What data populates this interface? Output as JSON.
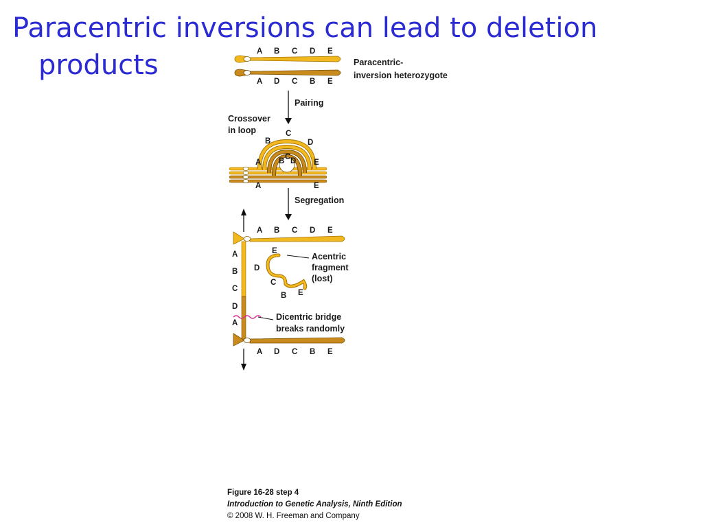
{
  "title": {
    "line1": "Paracentric inversions can lead to deletion",
    "line2": "products"
  },
  "figure": {
    "top_chrom_letters": [
      "A",
      "B",
      "C",
      "D",
      "E"
    ],
    "bottom_chrom_letters": [
      "A",
      "D",
      "C",
      "B",
      "E"
    ],
    "heterozygote_label_1": "Paracentric-",
    "heterozygote_label_2": "inversion heterozygote",
    "pairing_label": "Pairing",
    "crossover_label_1": "Crossover",
    "crossover_label_2": "in loop",
    "loop_letters": {
      "outer_C": "C",
      "outer_B": "B",
      "outer_D": "D",
      "left_A": "A",
      "inner_B": "B",
      "inner_C": "C",
      "inner_D": "D",
      "right_E": "E",
      "bottom_A": "A",
      "bottom_E": "E"
    },
    "segregation_label": "Segregation",
    "upper_product_letters": [
      "A",
      "B",
      "C",
      "D",
      "E"
    ],
    "bridge_letters": [
      "A",
      "B",
      "C",
      "D",
      "A"
    ],
    "fragment_letters": {
      "E_top": "E",
      "D": "D",
      "C": "C",
      "B": "B",
      "E_bottom": "E"
    },
    "acentric_label_1": "Acentric",
    "acentric_label_2": "fragment",
    "acentric_label_3": "(lost)",
    "dicentric_label_1": "Dicentric bridge",
    "dicentric_label_2": "breaks randomly",
    "lower_product_letters": [
      "A",
      "D",
      "C",
      "B",
      "E"
    ]
  },
  "caption": {
    "line1": "Figure 16-28 step 4",
    "line2": "Introduction to Genetic Analysis, Ninth Edition",
    "line3": "© 2008 W. H. Freeman and Company"
  },
  "colors": {
    "title": "#2b2bd4",
    "chrom_light": "#f2b820",
    "chrom_dark": "#c98a1e",
    "break_mark": "#d6338f"
  }
}
